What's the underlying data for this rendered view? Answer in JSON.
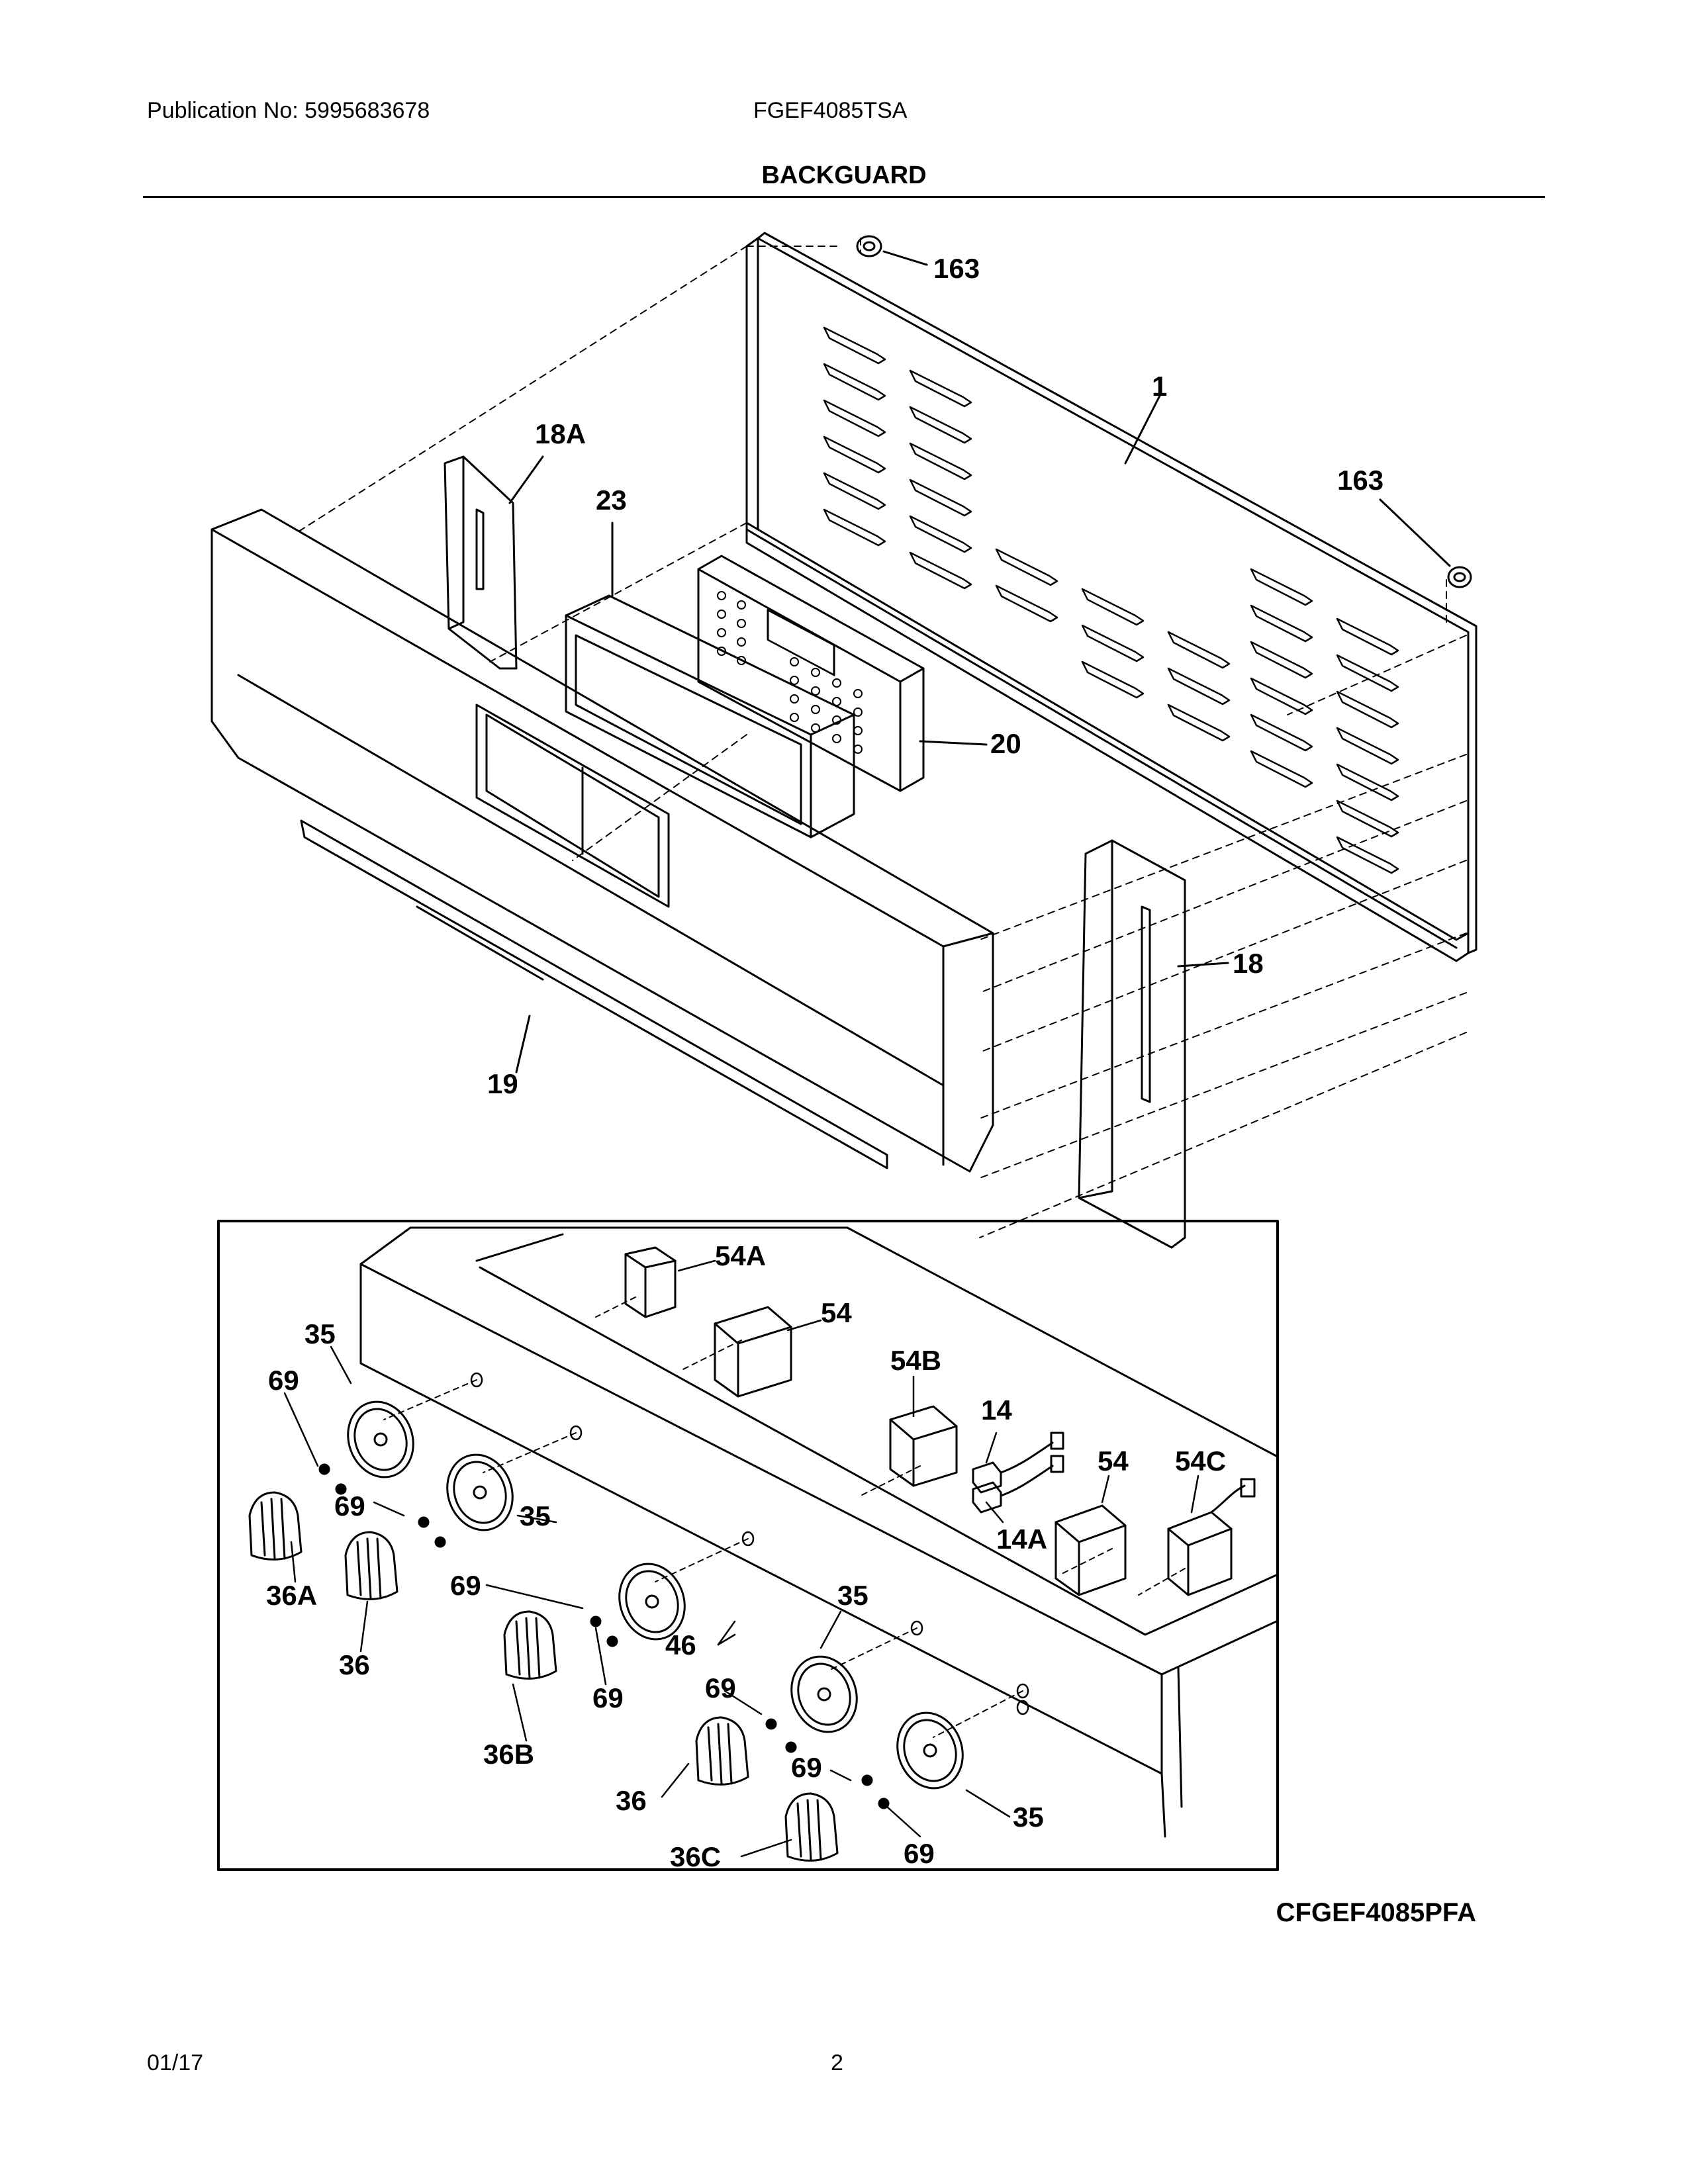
{
  "header": {
    "publication": "Publication No: 5995683678",
    "model": "FGEF4085TSA",
    "title": "BACKGUARD"
  },
  "callouts": {
    "c163a": "163",
    "c1": "1",
    "c163b": "163",
    "c18a": "18A",
    "c23": "23",
    "c20": "20",
    "c18": "18",
    "c19": "19",
    "c54a": "54A",
    "c54": "54",
    "c54b": "54B",
    "c14": "14",
    "c54_2": "54",
    "c54c": "54C",
    "c14a": "14A",
    "c35a": "35",
    "c69a": "69",
    "c69b": "69",
    "c35b": "35",
    "c36a": "36A",
    "c36": "36",
    "c69c": "69",
    "c35c": "35",
    "c46": "46",
    "c69d": "69",
    "c36b": "36B",
    "c69e": "69",
    "c69f": "69",
    "c35d": "35",
    "c36_2": "36",
    "c36c": "36C",
    "c69g": "69"
  },
  "footer": {
    "drawing_code": "CFGEF4085PFA",
    "date": "01/17",
    "page": "2"
  }
}
